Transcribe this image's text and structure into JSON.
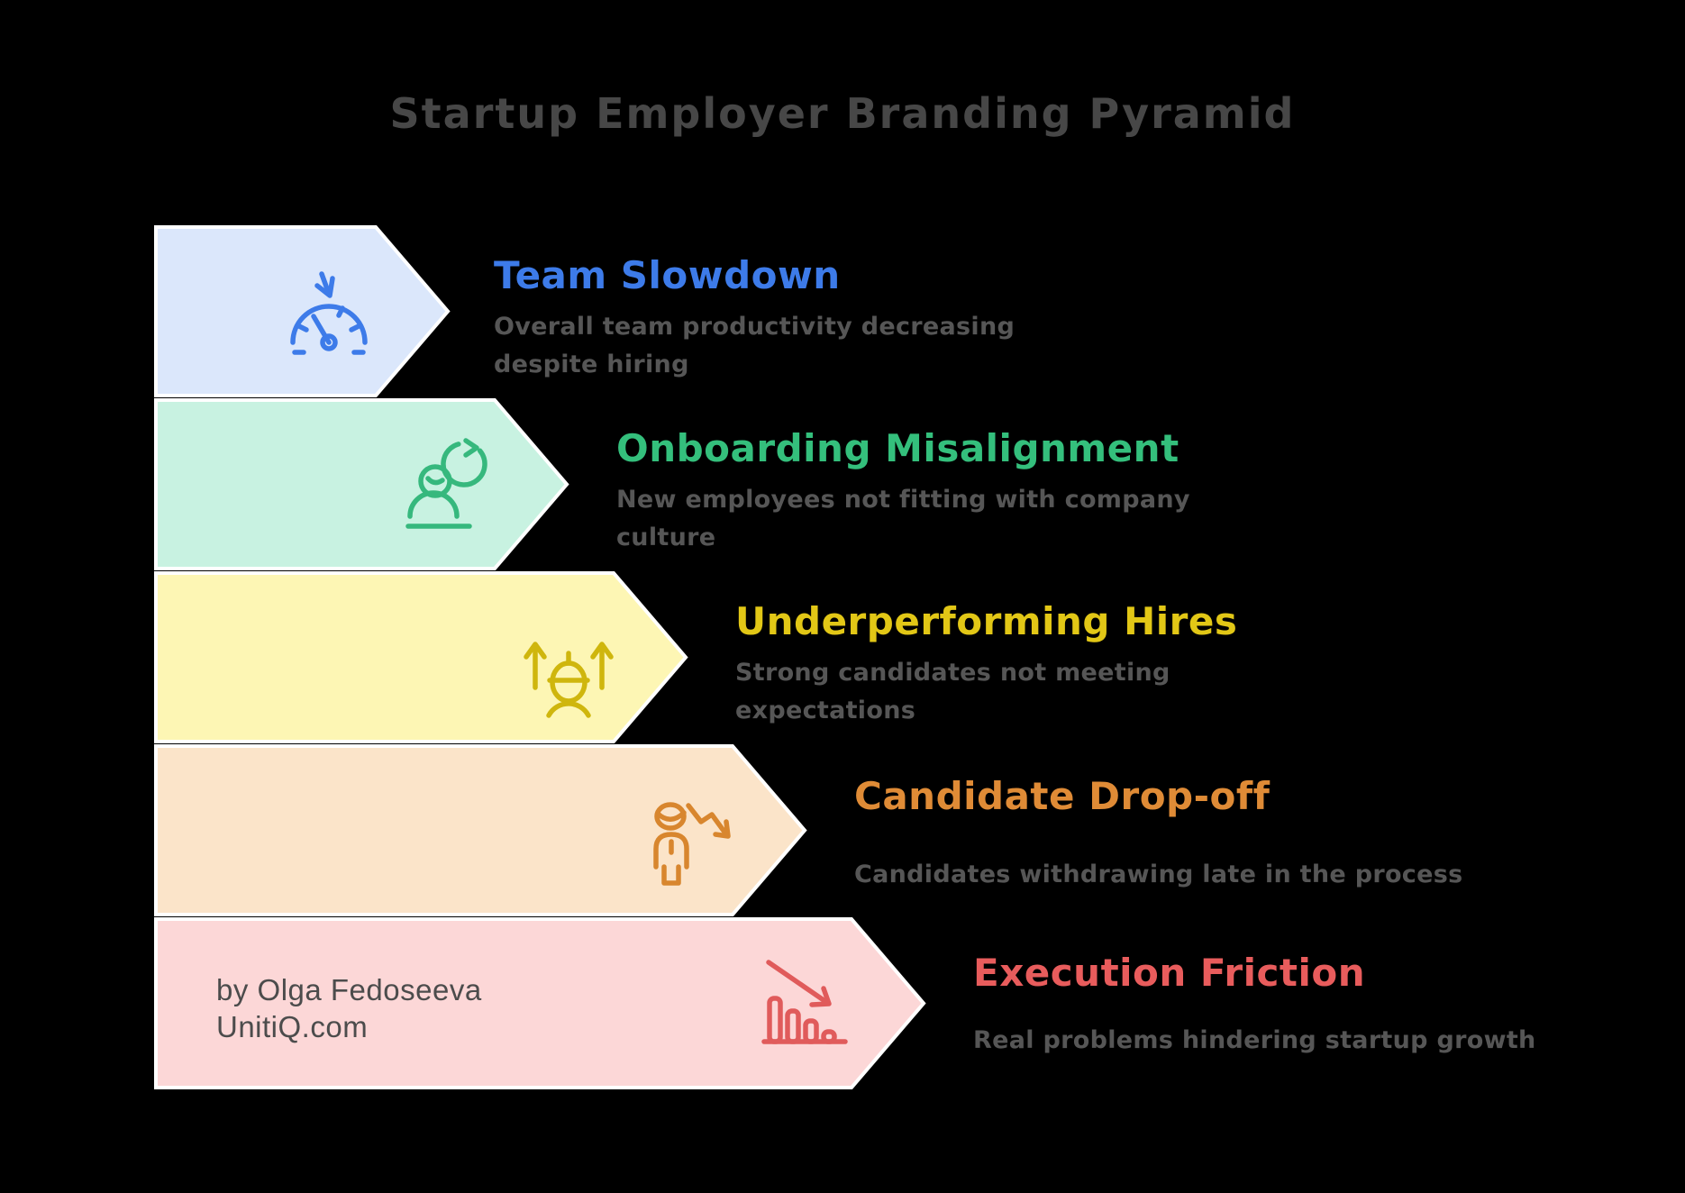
{
  "title": {
    "text": "Startup Employer Branding Pyramid",
    "color": "#474747"
  },
  "background_color": "#000000",
  "band_border_color": "#ffffff",
  "description_color": "#565656",
  "attribution": {
    "line1": "by Olga Fedoseeva",
    "line2": "UnitiQ.com",
    "color": "#4c4c4c"
  },
  "levels": [
    {
      "name": "Team Slowdown",
      "description": "Overall team productivity decreasing despite hiring",
      "heading_color": "#3d7be9",
      "band_color": "#dbe7fb",
      "icon": "gauge-decrease-icon",
      "icon_color": "#3d7be9"
    },
    {
      "name": "Onboarding Misalignment",
      "description": "New employees not fitting with company culture",
      "heading_color": "#34bf7c",
      "band_color": "#c8f2e1",
      "icon": "person-rotation-icon",
      "icon_color": "#36b87d"
    },
    {
      "name": "Underperforming Hires",
      "description": "Strong candidates not meeting expectations",
      "heading_color": "#e2c716",
      "band_color": "#fdf6b4",
      "icon": "person-up-arrows-icon",
      "icon_color": "#cfb60d"
    },
    {
      "name": "Candidate Drop-off",
      "description": "Candidates withdrawing late in the process",
      "heading_color": "#df8b36",
      "band_color": "#fbe4c9",
      "icon": "person-decline-arrow-icon",
      "icon_color": "#d8862e"
    },
    {
      "name": "Execution Friction",
      "description": "Real problems hindering startup growth",
      "heading_color": "#e85c5c",
      "band_color": "#fcd7d7",
      "icon": "declining-bars-arrow-icon",
      "icon_color": "#e05b5b"
    }
  ]
}
